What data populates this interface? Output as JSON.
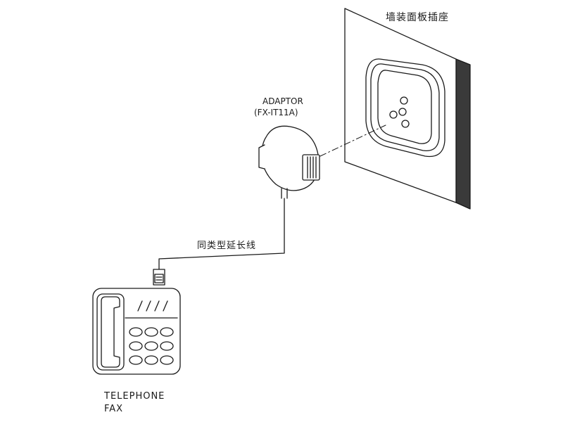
{
  "wall_outlet": {
    "label": "墙装面板插座",
    "icon": "wall-socket-icon"
  },
  "adaptor": {
    "name": "ADAPTOR",
    "model": "(FX-IT11A)",
    "icon": "adaptor-plug-icon"
  },
  "cable": {
    "label": "同类型延长线",
    "connector_icon": "rj11-connector-icon"
  },
  "device": {
    "line1": "TELEPHONE",
    "line2": "FAX",
    "icon": "telephone-icon"
  },
  "colors": {
    "line": "#1a1a1a",
    "wall_shadow": "#3a3a3a"
  }
}
